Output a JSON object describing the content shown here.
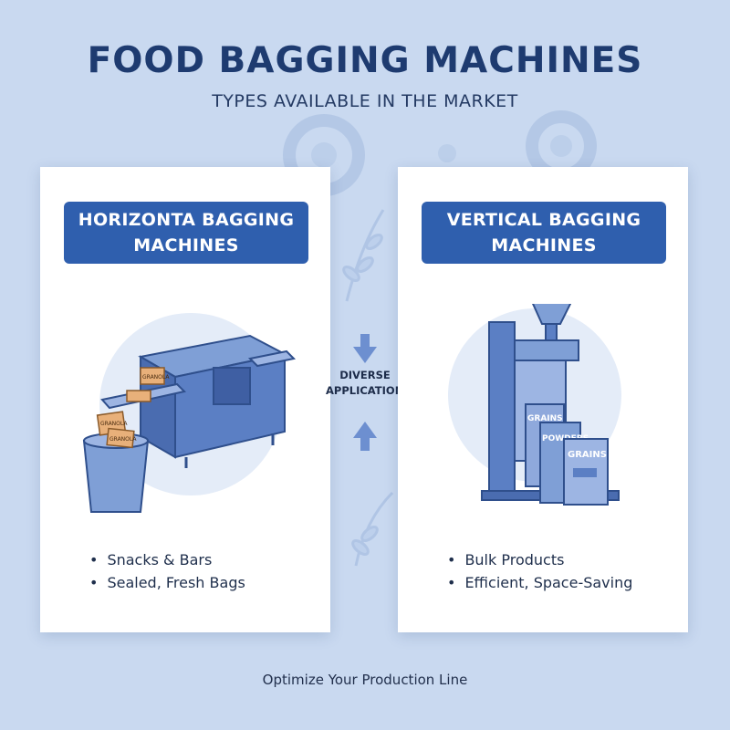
{
  "header": {
    "title": "FOOD BAGGING MACHINES",
    "subtitle": "TYPES AVAILABLE IN THE MARKET"
  },
  "left_card": {
    "title_line1": "HORIZONTA BAGGING",
    "title_line2": "MACHINES",
    "features": [
      "Snacks & Bars",
      "Sealed, Fresh Bags"
    ],
    "package_labels": [
      "GRANOLA",
      "GRANOLA",
      "GRANOLA"
    ]
  },
  "right_card": {
    "title_line1": "VERTICAL BAGGING",
    "title_line2": "MACHINES",
    "features": [
      "Bulk Products",
      "Efficient, Space-Saving"
    ],
    "bag_labels": [
      "GRAINS",
      "POWDERS",
      "GRAINS"
    ]
  },
  "center": {
    "line1": "DIVERSE",
    "line2": "APPLICATIONS"
  },
  "footer": {
    "tagline": "Optimize Your Production Line"
  },
  "colors": {
    "background": "#c9d9f0",
    "accent": "#2f5fae",
    "title": "#1e3b70",
    "machine": "#5b7fc4"
  },
  "icons": [
    "gear-icon",
    "wheat-icon",
    "arrow-down-icon",
    "arrow-up-icon"
  ]
}
